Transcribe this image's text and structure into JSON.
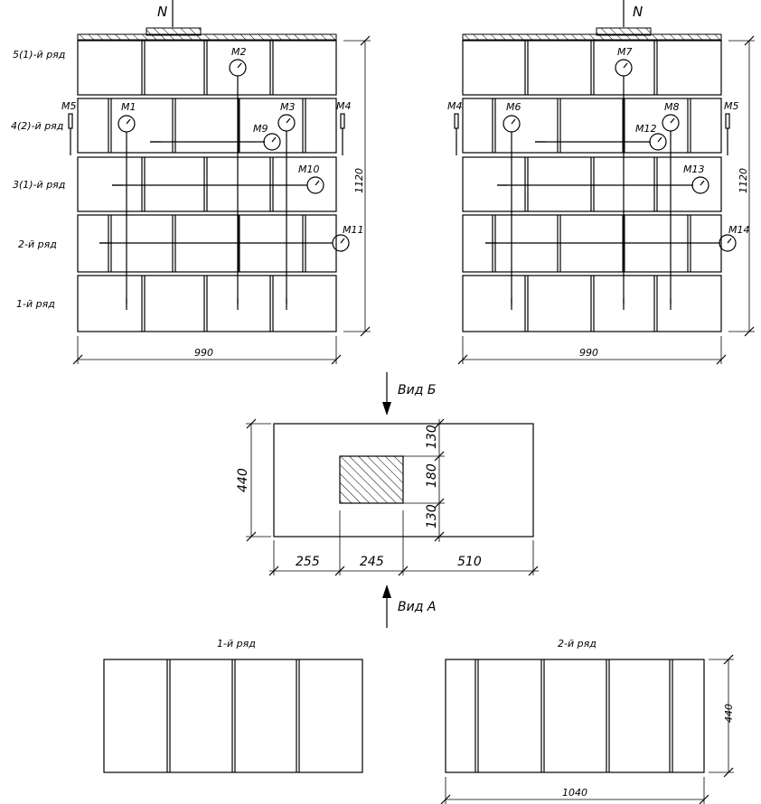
{
  "load_label": "N",
  "rows": {
    "r5": "5(1)-й ряд",
    "r4": "4(2)-й ряд",
    "r3": "3(1)-й ряд",
    "r2": "2-й ряд",
    "r1": "1-й ряд"
  },
  "gauges_left": [
    "M1",
    "M2",
    "M3",
    "M9",
    "M10",
    "M11"
  ],
  "gauges_right": [
    "M6",
    "M7",
    "M8",
    "M12",
    "M13",
    "M14"
  ],
  "side_left": [
    "M5",
    "M4"
  ],
  "side_right": [
    "M4",
    "M5"
  ],
  "dims": {
    "height": "1120",
    "width": "990",
    "plan_depth": "440",
    "d130a": "130",
    "d180": "180",
    "d130b": "130",
    "d255": "255",
    "d245": "245",
    "d510": "510",
    "bottom_depth": "440",
    "bottom_width": "1040"
  },
  "views": {
    "b": "Вид Б",
    "a": "Вид А"
  },
  "course1": "1-й ряд",
  "course2": "2-й ряд"
}
